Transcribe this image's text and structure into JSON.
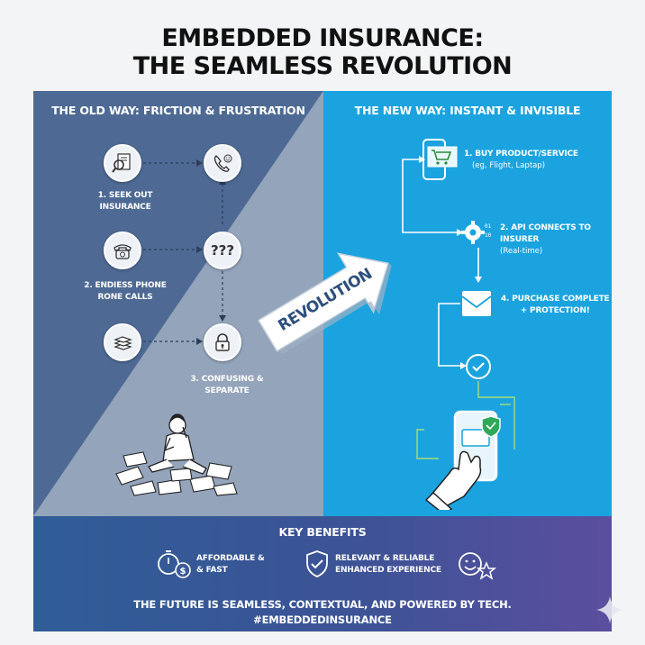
{
  "title": {
    "line1": "EMBEDDED INSURANCE:",
    "line2": "THE SEAMLESS REVOLUTION"
  },
  "old_way": {
    "header": "THE OLD WAY: FRICTION & FRUSTRATION",
    "step1": [
      "1. SEEK OUT",
      "INSURANCE"
    ],
    "step2": [
      "2. ENDIESS PHONE",
      "RONE CALLS"
    ],
    "step3": [
      "3. CONFUSING &",
      "SEPARATE"
    ],
    "question_marks": "???"
  },
  "revolution_label": "REVOLUTION",
  "new_way": {
    "header": "THE NEW WAY: INSTANT & INVISIBLE",
    "step1": {
      "title": "1. BUY PRODUCT/SERVICE",
      "sub": "(eg, Flight, Laptap)"
    },
    "step2": {
      "title": "2. API CONNECTS TO INSURER",
      "sub": "(Real-time)"
    },
    "step4": {
      "title": "4. PURCHASE COMPLETE",
      "title2": "+ PROTECTION!"
    }
  },
  "benefits": {
    "header": "KEY BENEFITS",
    "b1": [
      "AFFORDABLE &",
      "& FAST"
    ],
    "b2": [
      "RELEVANT & RELIABLE",
      "ENHANCED EXPERIENCE"
    ]
  },
  "footer": {
    "line1": "THE FUTURE IS SEAMLESS, CONTEXTUAL, AND POWERED BY TECH.",
    "line2": "#EMBEDDEDINSURANCE"
  },
  "colors": {
    "old_way_bg": "#7f92ad",
    "new_way_bg": "#1aa3df",
    "benefits_bg_start": "#2f5d97",
    "benefits_bg_end": "#5b4e9f"
  }
}
